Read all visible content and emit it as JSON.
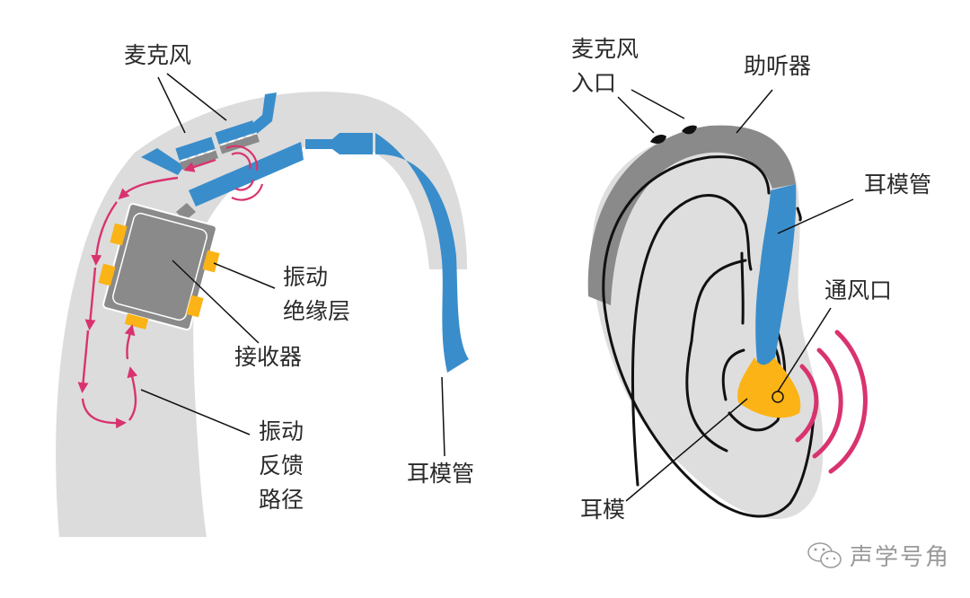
{
  "colors": {
    "device_shell": "#dcdcdc",
    "tube_blue": "#3a8dcb",
    "receiver_gray": "#8a8a8a",
    "insulation_orange": "#fbb316",
    "vibration_magenta": "#d9336f",
    "ear_fill": "#dedede",
    "outline": "#111111",
    "watermark": "#9a9a9a"
  },
  "left_diagram": {
    "labels": {
      "microphone": "麦克风",
      "vibration_insulation": [
        "振动",
        "绝缘层"
      ],
      "receiver": "接收器",
      "vibration_feedback_path": [
        "振动",
        "反馈",
        "路径"
      ],
      "earmold_tube": "耳模管"
    }
  },
  "right_diagram": {
    "labels": {
      "microphone_inlet": [
        "麦克风",
        "入口"
      ],
      "hearing_aid": "助听器",
      "earmold_tube": "耳模管",
      "vent": "通风口",
      "earmold": "耳模"
    }
  },
  "watermark": {
    "icon": "wechat-icon",
    "text": "声学号角"
  }
}
